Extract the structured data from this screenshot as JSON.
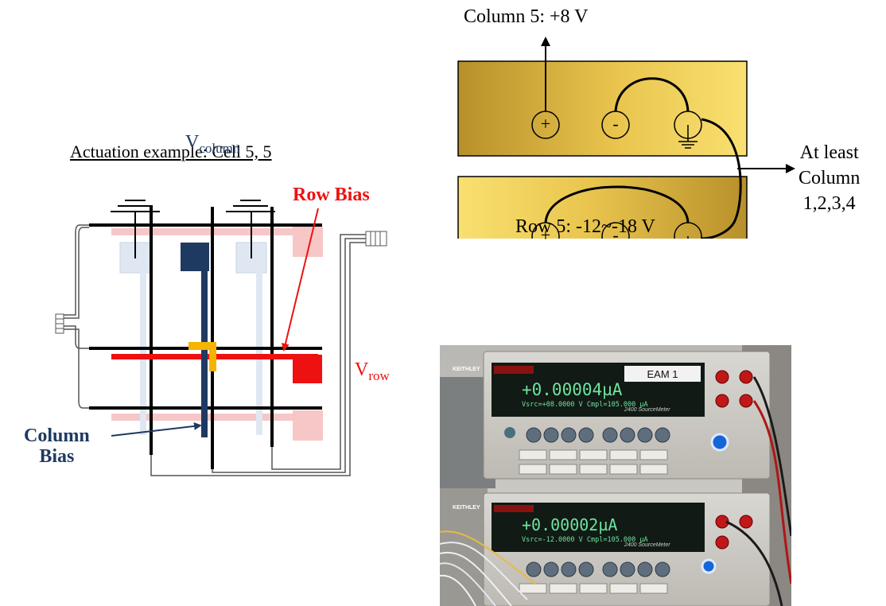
{
  "left_diagram": {
    "title": "Actuation example: Cell 5, 5",
    "v_column": {
      "main": "V",
      "sub": "column"
    },
    "row_bias": "Row Bias",
    "v_row": {
      "main": "V",
      "sub": "row"
    },
    "column_bias": [
      "Column",
      "Bias"
    ]
  },
  "circuit": {
    "column_label": "Column 5: +8 V",
    "row_label": "Row 5: -12~-18 V",
    "side_label": [
      "At least",
      "Column",
      "1,2,3,4"
    ],
    "top_unit": {
      "plus": "+",
      "minus": "-"
    },
    "bottom_unit": {
      "plus": "+",
      "minus": "-"
    }
  },
  "photo": {
    "top_meter": {
      "brand": "KEITHLEY",
      "tag": "EAM 1",
      "reading": "+0.00004µA",
      "sub": "Vsrc=+08.0000 V   Cmpl=105.000 µA",
      "model": "2400 SourceMeter"
    },
    "bottom_meter": {
      "brand": "KEITHLEY",
      "reading": "+0.00002µA",
      "sub": "Vsrc=-12.0000 V   Cmpl=105.000 µA",
      "model": "2400 SourceMeter"
    }
  },
  "colors": {
    "column_blue": "#1f3a60",
    "row_red": "#ee1111",
    "cell_yellow": "#f5b400",
    "panel_gold_dark": "#b8902a",
    "panel_gold_light": "#f7dc6f",
    "pale_blue": "#dfe8f2",
    "pale_pink": "#f7c6c6"
  }
}
